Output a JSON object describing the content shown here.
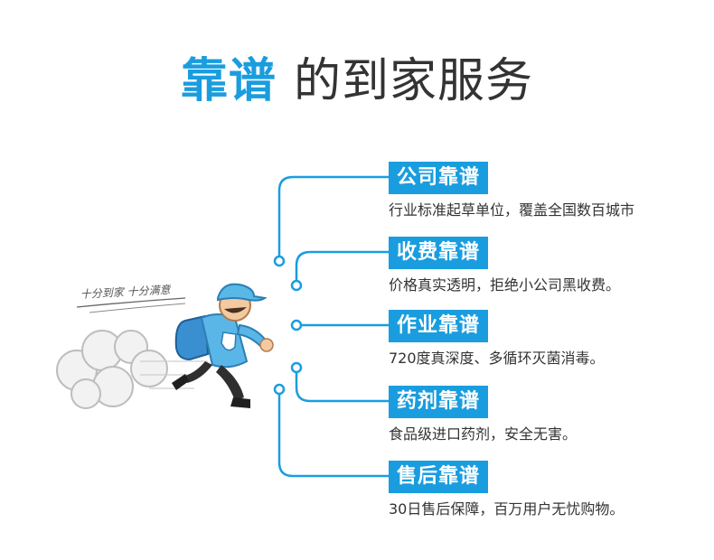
{
  "title": {
    "highlight": "靠谱",
    "rest": "的到家服务"
  },
  "slogan": "十分到家 十分满意",
  "items": [
    {
      "label": "公司靠谱",
      "desc": "行业标准起草单位，覆盖全国数百城市"
    },
    {
      "label": "收费靠谱",
      "desc": "价格真实透明，拒绝小公司黑收费。"
    },
    {
      "label": "作业靠谱",
      "desc": "720度真深度、多循环灭菌消毒。"
    },
    {
      "label": "药剂靠谱",
      "desc": "食品级进口药剂，安全无害。"
    },
    {
      "label": "售后靠谱",
      "desc": "30日售后保障，百万用户无忧购物。"
    }
  ],
  "colors": {
    "accent": "#1a9ddf",
    "text": "#333333",
    "cap": "#59b8e6",
    "skin": "#f3c9a0"
  },
  "icons": [
    "delivery-man-illustration",
    "dust-cloud-icon"
  ]
}
